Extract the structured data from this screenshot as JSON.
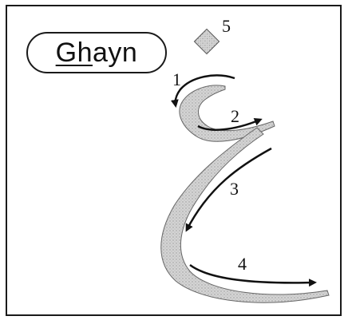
{
  "title": {
    "underlined": "Gh",
    "rest": "ayn"
  },
  "steps": [
    "1",
    "2",
    "3",
    "4",
    "5"
  ],
  "colors": {
    "ink": "#111111",
    "stroke_fill": "#cfcfcf",
    "border": "#1a1a1a"
  }
}
